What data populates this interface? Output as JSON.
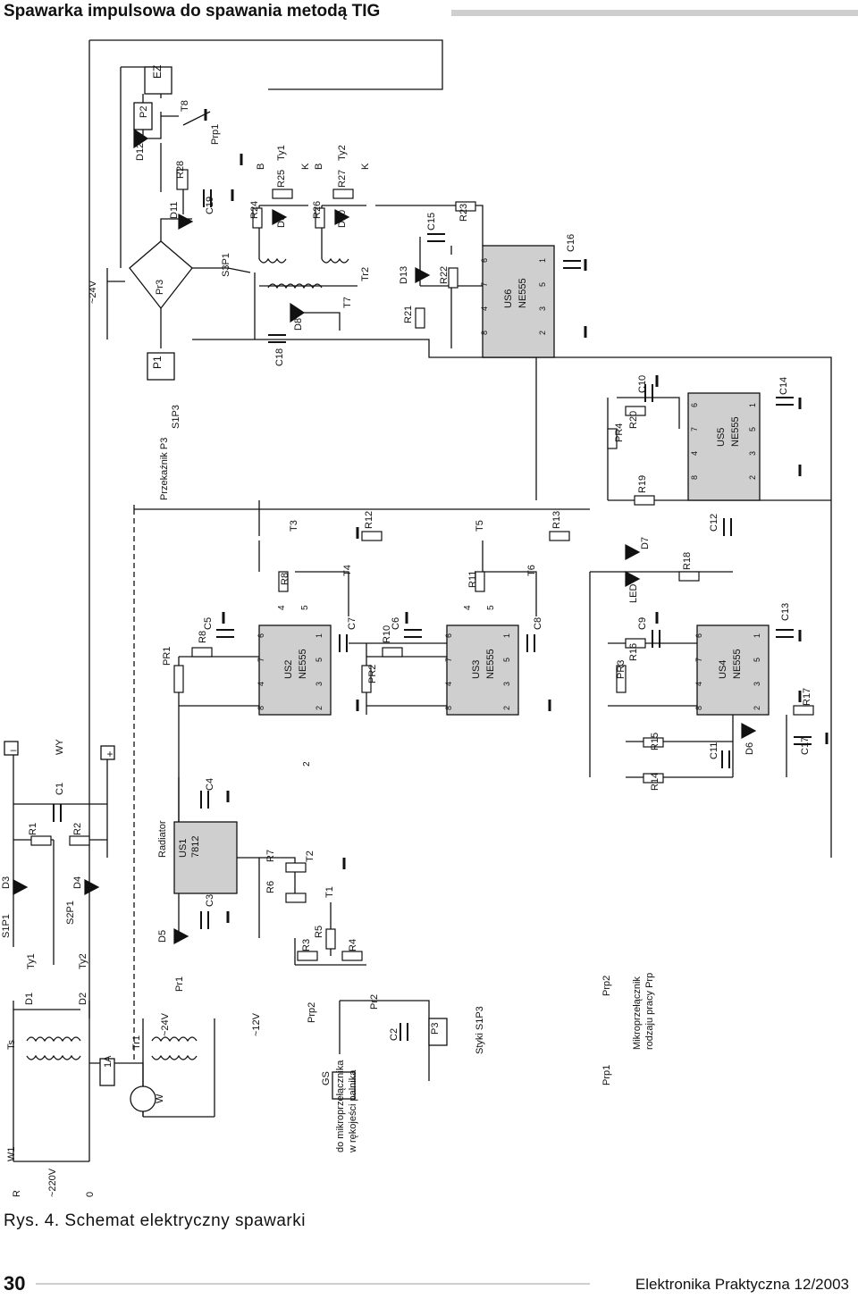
{
  "header": {
    "title": "Spawarka impulsowa do spawania metodą TIG"
  },
  "caption": "Rys. 4. Schemat elektryczny spawarki",
  "footer": {
    "page_number": "30",
    "publication": "Elektronika Praktyczna 12/2003"
  },
  "schematic": {
    "relays": [
      "EZ",
      "P2",
      "P1",
      "P3"
    ],
    "transistors": [
      "T1",
      "T2",
      "T3",
      "T4",
      "T5",
      "T6",
      "T7",
      "T8"
    ],
    "ics": [
      {
        "id": "US1",
        "part": "7812",
        "label": "Radiator"
      },
      {
        "id": "US2",
        "part": "NE555"
      },
      {
        "id": "US3",
        "part": "NE555"
      },
      {
        "id": "US4",
        "part": "NE555"
      },
      {
        "id": "US5",
        "part": "NE555"
      },
      {
        "id": "US6",
        "part": "NE555"
      }
    ],
    "resistors": [
      "R1",
      "R2",
      "R3",
      "R4",
      "R5",
      "R6",
      "R7",
      "R8",
      "R10",
      "R11",
      "R12",
      "R13",
      "R14",
      "R15",
      "R16",
      "R17",
      "R18",
      "R19",
      "R20",
      "R21",
      "R22",
      "R23",
      "R24",
      "R25",
      "R26",
      "R27",
      "R28"
    ],
    "potentiometers": [
      "PR1",
      "PR2",
      "PR3",
      "PR4"
    ],
    "capacitors": [
      "C1",
      "C2",
      "C3",
      "C4",
      "C5",
      "C6",
      "C7",
      "C8",
      "C9",
      "C10",
      "C11",
      "C12",
      "C13",
      "C14",
      "C15",
      "C16",
      "C17",
      "C18",
      "C19"
    ],
    "diodes": [
      "D1",
      "D2",
      "D3",
      "D4",
      "D5",
      "D6",
      "D7",
      "D8",
      "D9",
      "D10",
      "D11",
      "D12",
      "D13"
    ],
    "led": "LED",
    "bridges": [
      "Pr1",
      "Pr2",
      "Pr3"
    ],
    "transformers": [
      "Ts",
      "Tr1",
      "Tr2"
    ],
    "thyristors": [
      "Ty1",
      "Ty2"
    ],
    "switches": [
      "W1",
      "S1P1",
      "S2P1",
      "S1P3",
      "S3P1",
      "Prp1",
      "Prp2"
    ],
    "terminals": {
      "mains": [
        "R",
        "~220V",
        "0"
      ],
      "output": [
        "WY",
        "–",
        "+"
      ],
      "fuse": "1A",
      "fan": "W",
      "socket": "GS",
      "gate_cathode": [
        "B",
        "K"
      ]
    },
    "voltages": [
      "~24V",
      "~12V"
    ],
    "pin_labels": [
      "8",
      "4",
      "7",
      "6",
      "2",
      "3",
      "5",
      "1"
    ],
    "markers": [
      "1",
      "2",
      "4",
      "5"
    ],
    "notes": [
      "Przekaźnik P3",
      "do mikroprzełącznika",
      "w rękojeści palnika",
      "Styki S1P3",
      "Mikroprzełącznik",
      "rodzaju pracy Prp"
    ]
  }
}
